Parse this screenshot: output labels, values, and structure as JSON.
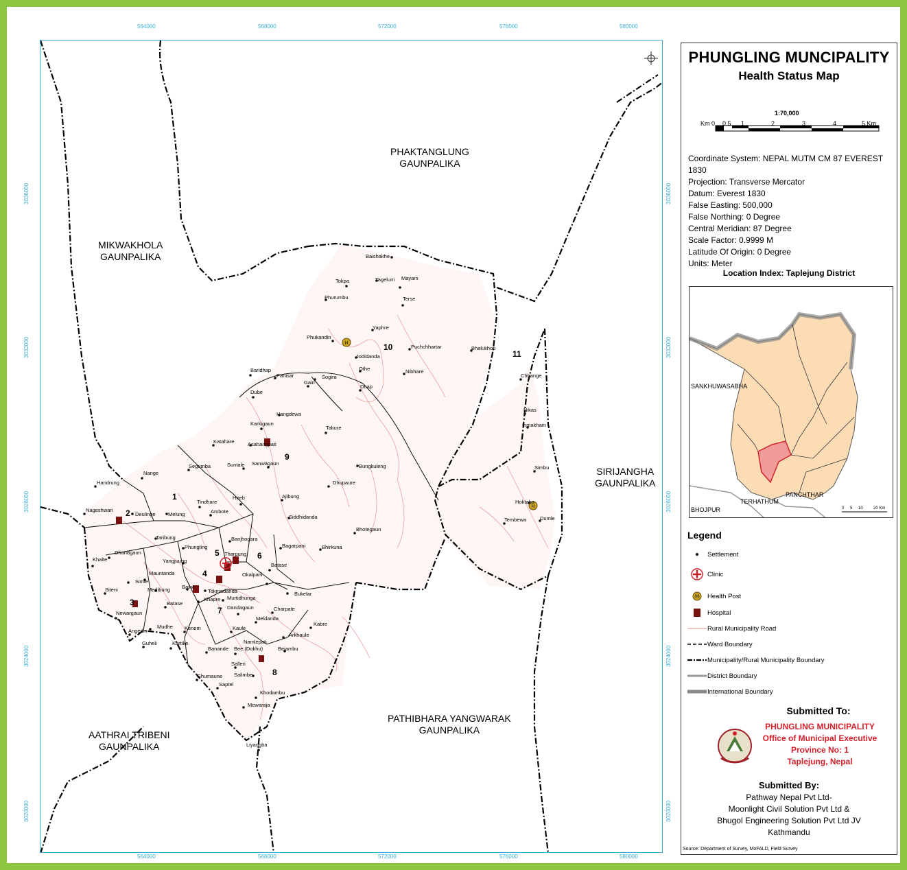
{
  "title": "PHUNGLING MUNCIPALITY",
  "subtitle": "Health Status Map",
  "scale": {
    "ratio": "1:70,000",
    "labels": [
      "Km 0",
      "0.5",
      "1",
      "2",
      "3",
      "4",
      "5 Km"
    ]
  },
  "coordinate_info": [
    "Coordinate System: NEPAL MUTM CM 87 EVEREST 1830",
    "Projection: Transverse Mercator",
    "Datum: Everest 1830",
    "False Easting: 500,000",
    "False Northing: 0 Degree",
    "Central Meridian: 87 Degree",
    "Scale Factor: 0.9999 M",
    "Latitude Of Origin: 0 Degree",
    "Units: Meter"
  ],
  "location_index": {
    "heading": "Location Index: Taplejung District",
    "labels": {
      "sankhuwasabha": "SANKHUWASABHA",
      "bhojpur": "BHOJPUR",
      "terhathum": "TERHATHUM",
      "panchthar": "PANCHTHAR"
    },
    "scale_ticks": [
      "0",
      "5",
      "10",
      "20 Km"
    ]
  },
  "legend": {
    "heading": "Legend",
    "items": [
      {
        "label": "Settlement",
        "symbol": "dot"
      },
      {
        "label": "Clinic",
        "symbol": "red-cross"
      },
      {
        "label": "Health Post",
        "symbol": "health-post"
      },
      {
        "label": "Hospital",
        "symbol": "hospital"
      },
      {
        "label": "Rural Municipality Road",
        "symbol": "road-line"
      },
      {
        "label": "Ward Boundary",
        "symbol": "dashed-line"
      },
      {
        "label": "Municipality/Rural Municipality Boundary",
        "symbol": "dash-dot-line"
      },
      {
        "label": "District Boundary",
        "symbol": "gray-line"
      },
      {
        "label": "International Boundary",
        "symbol": "gray-thick-line"
      }
    ]
  },
  "submitted_to": {
    "heading": "Submitted To:",
    "lines": [
      "PHUNGLING MUNICIPALITY",
      "Office of Municipal Executive",
      "Province No: 1",
      "Taplejung, Nepal"
    ]
  },
  "submitted_by": {
    "heading": "Submitted By:",
    "lines": [
      "Pathway Nepal Pvt Ltd-",
      "Moonlight Civil Solution Pvt Ltd &",
      "Bhugol Engineering Solution Pvt Ltd JV",
      "Kathmandu"
    ]
  },
  "source": "Source: Department of Survey, MoFALD, Field Survey",
  "grid": {
    "eastings": [
      "564000",
      "568000",
      "572000",
      "576000",
      "580000"
    ],
    "northings": [
      "3036000",
      "3032000",
      "3028000",
      "3024000",
      "3020000"
    ]
  },
  "neighbours": {
    "phaktanglung": [
      "PHAKTANGLUNG",
      "GAUNPALIKA"
    ],
    "mikwakhola": [
      "MIKWAKHOLA",
      "GAUNPALIKA"
    ],
    "sirijangha": [
      "SIRIJANGHA",
      "GAUNPALIKA"
    ],
    "aathrai": [
      "AATHRAI TRIBENI",
      "GAUNPALIKA"
    ],
    "pathibhara": [
      "PATHIBHARA YANGWARAK",
      "GAUNPALIKA"
    ]
  },
  "wards": [
    "1",
    "2",
    "3",
    "4",
    "5",
    "6",
    "7",
    "8",
    "9",
    "10",
    "11"
  ],
  "settlements": [
    "Baishakhe",
    "Tokpa",
    "Tagelum",
    "Mayam",
    "Phurumbu",
    "Terse",
    "Yaphre",
    "Phukandin",
    "Puchchhartar",
    "Jodidanda",
    "Bhalukhop",
    "Othe",
    "Nibhare",
    "Baridhap",
    "Panisar",
    "Sogira",
    "Gairi",
    "Dhap",
    "Chhange",
    "Dube",
    "Hangdewa",
    "Karkigaun",
    "Takure",
    "Nikas",
    "Inmakham",
    "Katahare",
    "Asahangpati",
    "Suntale",
    "Sanwagaun",
    "Bungkuleng",
    "Nange",
    "Segumba",
    "Simbu",
    "Handrung",
    "Dhupaure",
    "Hireb",
    "Ajibung",
    "Tindhare",
    "Ambote",
    "Hoktabo",
    "Nageshwari",
    "Deulinge",
    "Melung",
    "Tembewa",
    "Dumle",
    "Siddhidanda",
    "Bhotegaun",
    "Taribung",
    "Banjhogara",
    "Phungling",
    "Bagarpani",
    "Bhirkuna",
    "Dhandgaun",
    "Khalte",
    "Yangjuung",
    "Tharpung",
    "Mauntanda",
    "Batase",
    "Simle",
    "Okalpani",
    "Medibung",
    "Siteni",
    "Baihe",
    "Tokmadanda",
    "Bukelar",
    "Khapre",
    "Murtidhunga",
    "Batase",
    "Dandagaun",
    "Charpate",
    "Newargaun",
    "Meldanda",
    "Kabre",
    "Angedin",
    "Mudhe",
    "Kenem",
    "Kaule",
    "Arkhaule",
    "Namlepati",
    "Guheli",
    "Kartike",
    "Banande",
    "Bee (Dokhu)",
    "Bejambu",
    "Salleri",
    "Ghumaune",
    "Salimbe",
    "Saptel",
    "Khodambu",
    "Mewaraja",
    "Liyangba"
  ]
}
